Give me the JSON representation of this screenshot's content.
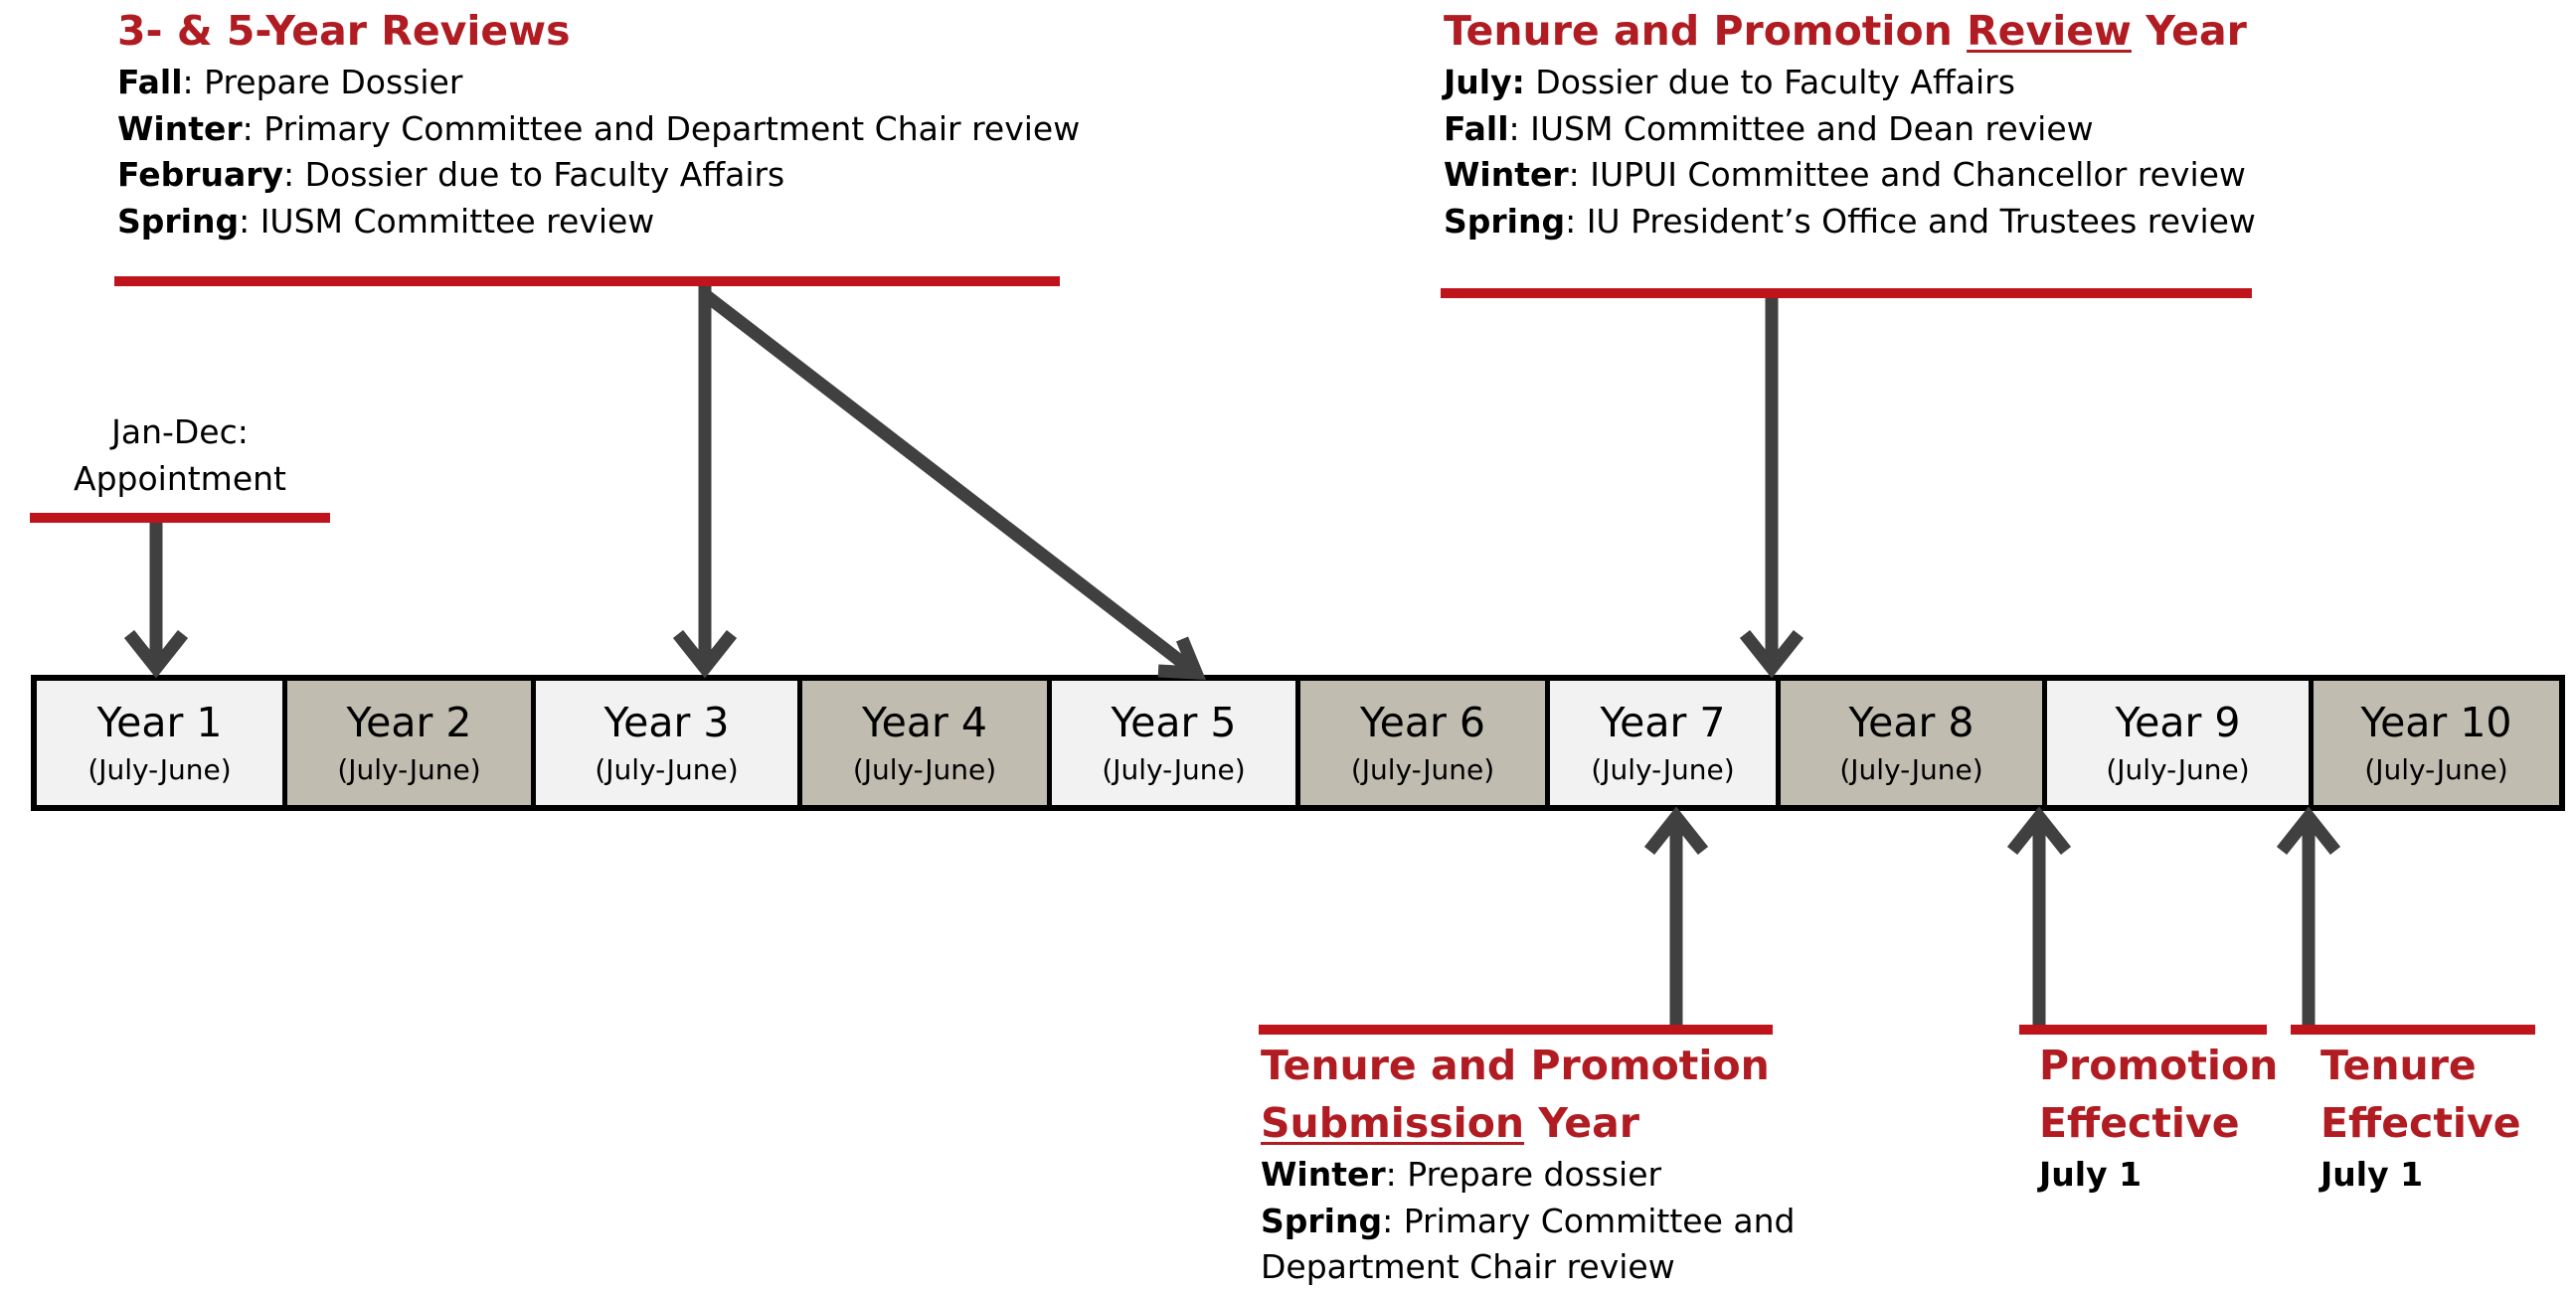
{
  "colors": {
    "accent_red": "#c0141c",
    "title_red": "#b01c22",
    "arrow_gray": "#404040",
    "cell_light": "#f2f2f2",
    "cell_dark": "#c0bcb0"
  },
  "reviews_3_5": {
    "title": "3- & 5-Year Reviews",
    "items": [
      {
        "term": "Fall",
        "text": ": Prepare Dossier"
      },
      {
        "term": "Winter",
        "text": ": Primary Committee and Department Chair review"
      },
      {
        "term": "February",
        "text": ": Dossier due to Faculty Affairs"
      },
      {
        "term": "Spring",
        "text": ": IUSM Committee review"
      }
    ]
  },
  "review_year": {
    "title_pre": "Tenure and Promotion ",
    "title_underlined": "Review",
    "title_post": " Year",
    "items": [
      {
        "term": "July:",
        "text": " Dossier due to Faculty Affairs"
      },
      {
        "term": "Fall",
        "text": ": IUSM Committee and Dean review"
      },
      {
        "term": "Winter",
        "text": ": IUPUI Committee and Chancellor review"
      },
      {
        "term": "Spring",
        "text": ": IU President’s Office and Trustees review"
      }
    ]
  },
  "appointment": {
    "line1": "Jan-Dec:",
    "line2": "Appointment"
  },
  "timeline": {
    "years": [
      {
        "label": "Year 1",
        "sub": "(July-June)",
        "shade": "light"
      },
      {
        "label": "Year 2",
        "sub": "(July-June)",
        "shade": "dark"
      },
      {
        "label": "Year 3",
        "sub": "(July-June)",
        "shade": "light"
      },
      {
        "label": "Year 4",
        "sub": "(July-June)",
        "shade": "dark"
      },
      {
        "label": "Year 5",
        "sub": "(July-June)",
        "shade": "light"
      },
      {
        "label": "Year 6",
        "sub": "(July-June)",
        "shade": "dark"
      },
      {
        "label": "Year 7",
        "sub": "(July-June)",
        "shade": "light"
      },
      {
        "label": "Year 8",
        "sub": "(July-June)",
        "shade": "dark"
      },
      {
        "label": "Year 9",
        "sub": "(July-June)",
        "shade": "light"
      },
      {
        "label": "Year 10",
        "sub": "(July-June)",
        "shade": "dark"
      }
    ]
  },
  "submission_year": {
    "title_line1": "Tenure and Promotion",
    "title_underlined": "Submission",
    "title_post": " Year",
    "items": [
      {
        "term": "Winter",
        "text": ": Prepare dossier"
      },
      {
        "term": "Spring",
        "text": ": Primary Committee and"
      }
    ],
    "continuation": "Department Chair review"
  },
  "promotion": {
    "line1": "Promotion",
    "line2": "Effective",
    "date": "July 1"
  },
  "tenure": {
    "line1": "Tenure",
    "line2": "Effective",
    "date": "July 1"
  }
}
